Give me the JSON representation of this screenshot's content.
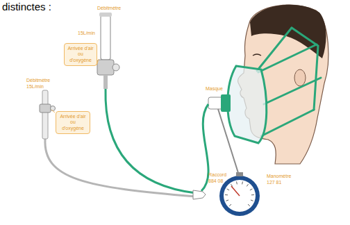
{
  "diagram": {
    "nodes": [
      {
        "text": [
          "Arrivée d'air ou d'oxygène"
        ]
      },
      {
        "text": [
          "Arrivée d'air ou d'oxygène"
        ]
      }
    ],
    "labels": [
      "distinctes :",
      "Débitmètre",
      "15L/min",
      "Débitmètre",
      "15L/min",
      "Masque",
      "Raccord",
      "884 08",
      "Manomètre",
      "127 81"
    ]
  }
}
